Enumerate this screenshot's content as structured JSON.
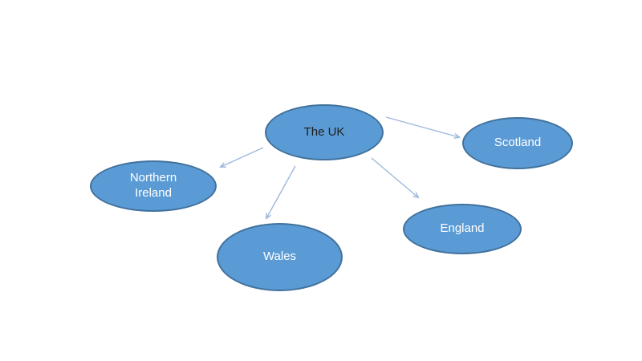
{
  "diagram": {
    "nodes": [
      {
        "label": "The UK",
        "role": "center"
      },
      {
        "label": "Scotland"
      },
      {
        "label": "Northern Ireland"
      },
      {
        "label": "Wales"
      },
      {
        "label": "England"
      }
    ],
    "edges": [
      {
        "from": "The UK",
        "to": "Scotland"
      },
      {
        "from": "The UK",
        "to": "Northern Ireland"
      },
      {
        "from": "The UK",
        "to": "Wales"
      },
      {
        "from": "The UK",
        "to": "England"
      }
    ]
  },
  "colors": {
    "background": "#FFFFFF",
    "node_fill": "#5B9BD5",
    "node_border": "#41719C",
    "node_text": "#FFFFFF",
    "center_text": "#1F1F1F",
    "arrow": "#9DB8DC"
  }
}
